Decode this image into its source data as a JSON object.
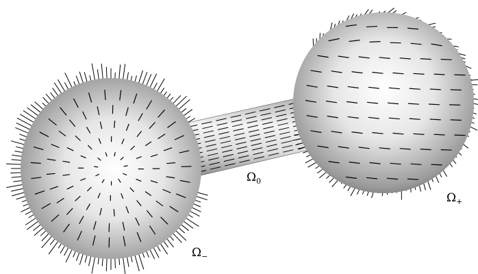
{
  "labels": {
    "omega_zero": {
      "base": "Ω",
      "sub": "0"
    },
    "omega_minus": {
      "base": "Ω",
      "sub": "−"
    },
    "omega_plus": {
      "base": "Ω",
      "sub": "+"
    }
  },
  "colors": {
    "sphere_highlight": "#ffffff",
    "sphere_shadow": "#6a6a6a",
    "line": "#000000"
  }
}
